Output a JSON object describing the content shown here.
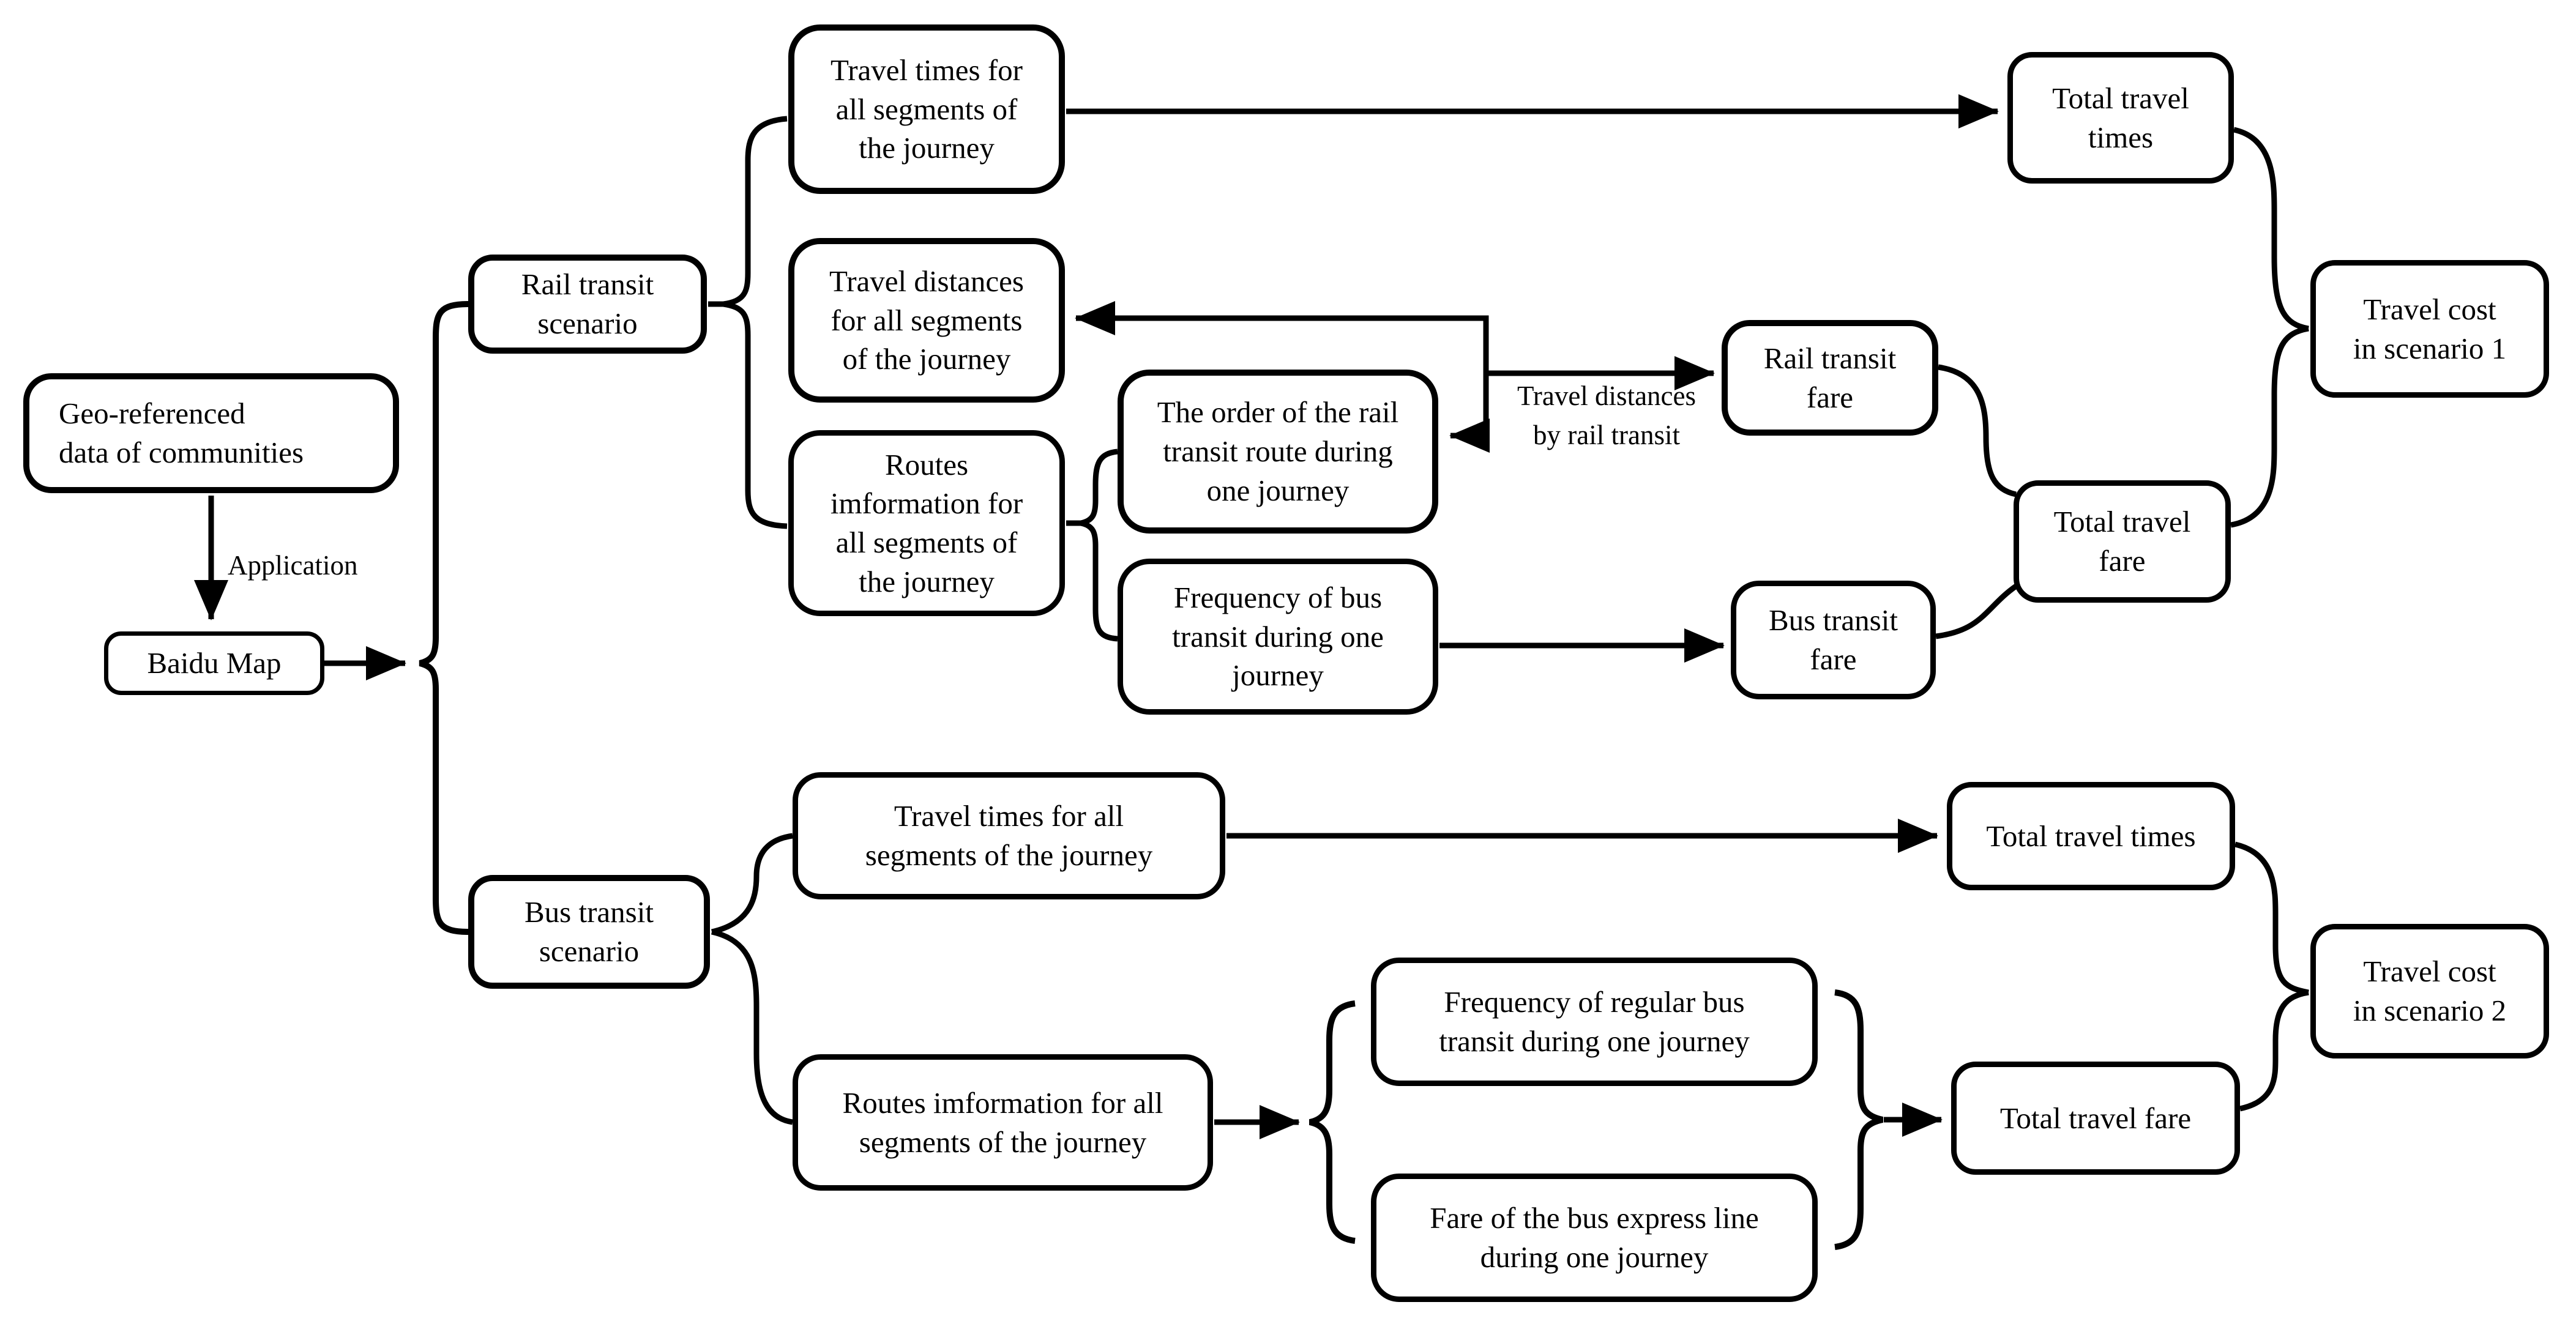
{
  "diagram": {
    "nodes": {
      "geo": {
        "label": "Geo-referenced\n data of communities"
      },
      "baidu": {
        "label": "Baidu Map"
      },
      "rail_scen": {
        "label": "Rail transit\nscenario"
      },
      "bus_scen": {
        "label": "Bus transit\nscenario"
      },
      "tt_rail": {
        "label": "Travel times for\nall segments of\nthe journey"
      },
      "tdist": {
        "label": "Travel distances\nfor all segments\nof the journey"
      },
      "routes_rail": {
        "label": "Routes\nimformation for\nall segments of\nthe journey"
      },
      "order": {
        "label": "The order of the rail\ntransit route during\none journey"
      },
      "freq_bus": {
        "label": "Frequency of bus\ntransit during one\njourney"
      },
      "rail_fare": {
        "label": "Rail transit\nfare"
      },
      "bus_fare": {
        "label": "Bus transit\nfare"
      },
      "tf1": {
        "label": "Total travel\nfare"
      },
      "tt1": {
        "label": "Total travel\ntimes"
      },
      "cost1": {
        "label": "Travel cost\nin scenario 1"
      },
      "tt_bus": {
        "label": "Travel times for all\nsegments of the journey"
      },
      "routes_bus": {
        "label": "Routes imformation for all\nsegments of the journey"
      },
      "freq_reg": {
        "label": "Frequency of regular bus\ntransit during one journey"
      },
      "fare_exp": {
        "label": "Fare of the bus express line\nduring one journey"
      },
      "tf2": {
        "label": "Total travel fare"
      },
      "tt2": {
        "label": "Total travel times"
      },
      "cost2": {
        "label": "Travel cost\nin scenario 2"
      }
    },
    "edge_labels": {
      "application": "Application",
      "travel_distances_by_rail": "Travel distances\nby rail transit"
    },
    "colors": {
      "line": "#000000",
      "box_fill": "#ffffff",
      "background": "#ffffff"
    }
  }
}
